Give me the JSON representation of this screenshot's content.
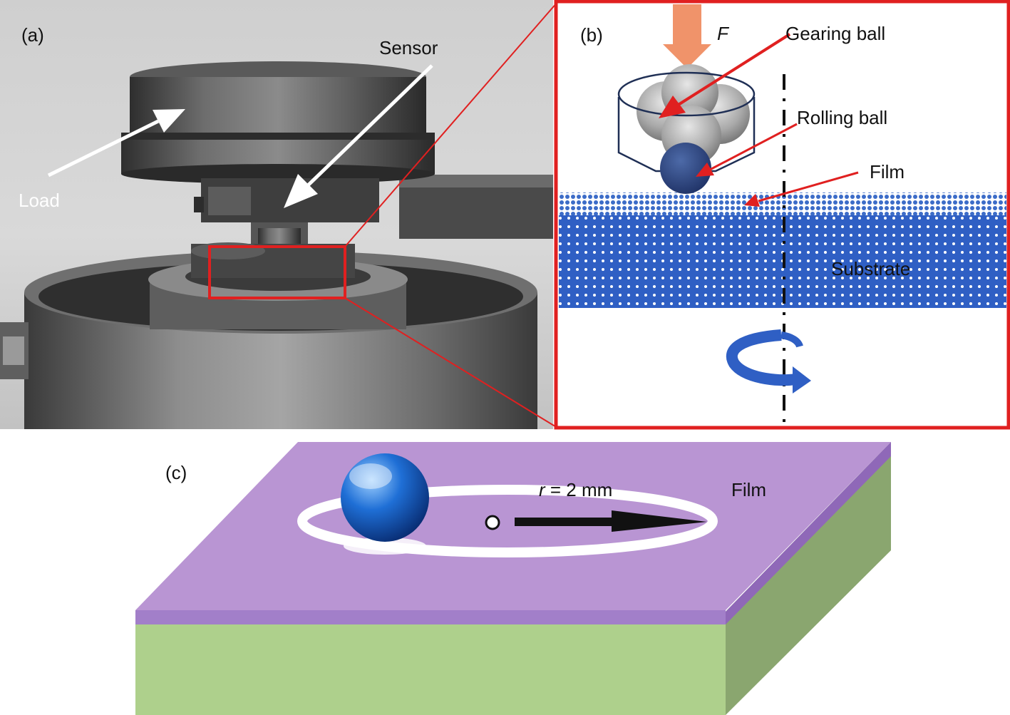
{
  "panel_a": {
    "label": "(a)",
    "sensor": "Sensor",
    "load": "Load"
  },
  "panel_b": {
    "label": "(b)",
    "force": "F",
    "gearing_ball": "Gearing ball",
    "rolling_ball": "Rolling ball",
    "film": "Film",
    "substrate": "Substrate"
  },
  "panel_c": {
    "label": "(c)",
    "radius_var": "r",
    "radius_value": " = 2 mm",
    "film": "Film"
  },
  "colors": {
    "highlight_red": "#e02020",
    "substrate_blue": "#2f5fc4",
    "film_purple": "#b995d3",
    "substrate_green": "#aed08c",
    "force_orange": "#f0936a"
  }
}
